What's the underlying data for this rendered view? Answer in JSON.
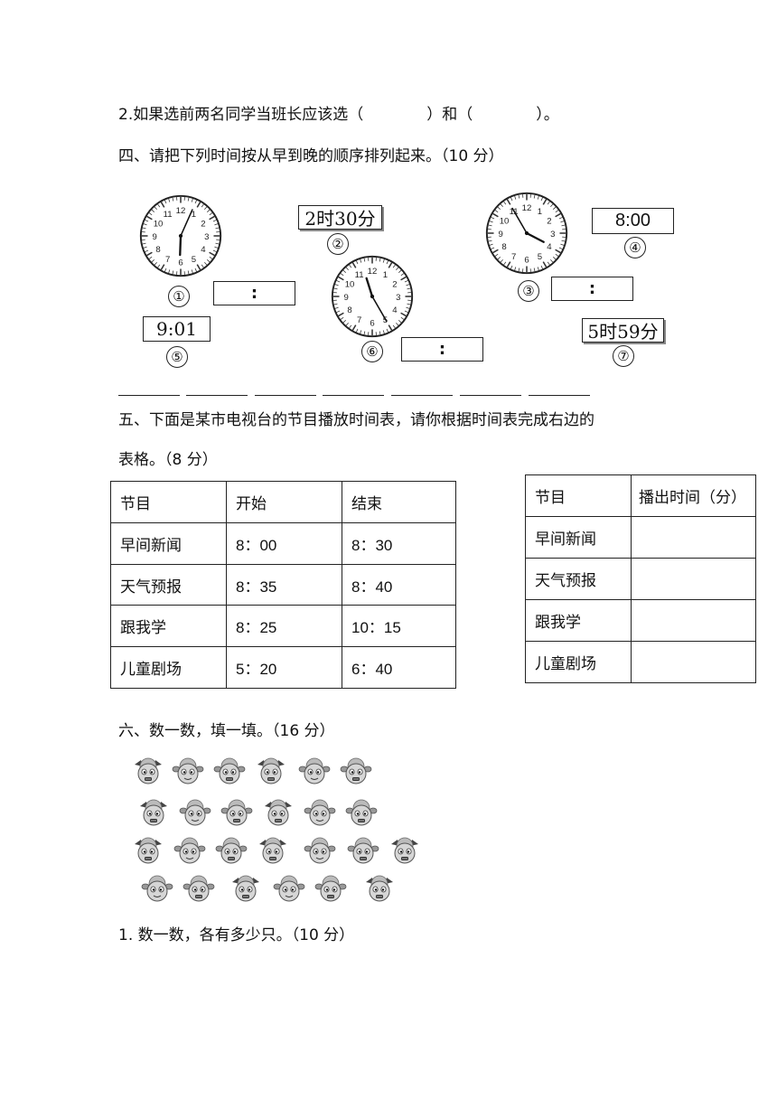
{
  "q2_line": {
    "text_a": "2.如果选前两名同学当班长应该选（",
    "text_b": "）和（",
    "text_c": "）。"
  },
  "section4": {
    "title": "四、请把下列时间按从早到晚的顺序排列起来。（10 分）",
    "clocks": [
      {
        "label": "①",
        "hour": 6,
        "minute": 4
      },
      {
        "label": "⑥",
        "hour": 11,
        "minute": 25
      },
      {
        "label": "③",
        "hour": 3,
        "minute": 55
      }
    ],
    "boxes": {
      "b2": "2时30分",
      "c2": "②",
      "b4": "8:00",
      "c4": "④",
      "b5": "9:01",
      "c5": "⑤",
      "b7": "5时59分",
      "c7": "⑦"
    },
    "colon": ":"
  },
  "section5": {
    "title_line1": "五、下面是某市电视台的节目播放时间表，请你根据时间表完成右边的",
    "title_line2": "表格。（8 分）",
    "schedule": {
      "headers": [
        "节目",
        "开始",
        "结束"
      ],
      "rows": [
        [
          "早间新闻",
          "8：00",
          "8：30"
        ],
        [
          "天气预报",
          "8：35",
          "8：40"
        ],
        [
          "跟我学",
          "8：25",
          "10：15"
        ],
        [
          "儿童剧场",
          "5：20",
          "6：40"
        ]
      ]
    },
    "answer": {
      "headers": [
        "节目",
        "播出时间（分）"
      ],
      "rows": [
        "早间新闻",
        "天气预报",
        "跟我学",
        "儿童剧场"
      ]
    }
  },
  "section6": {
    "title": "六、数一数，填一填。（16 分）",
    "sub1": "1. 数一数，各有多少只。（10 分）"
  }
}
